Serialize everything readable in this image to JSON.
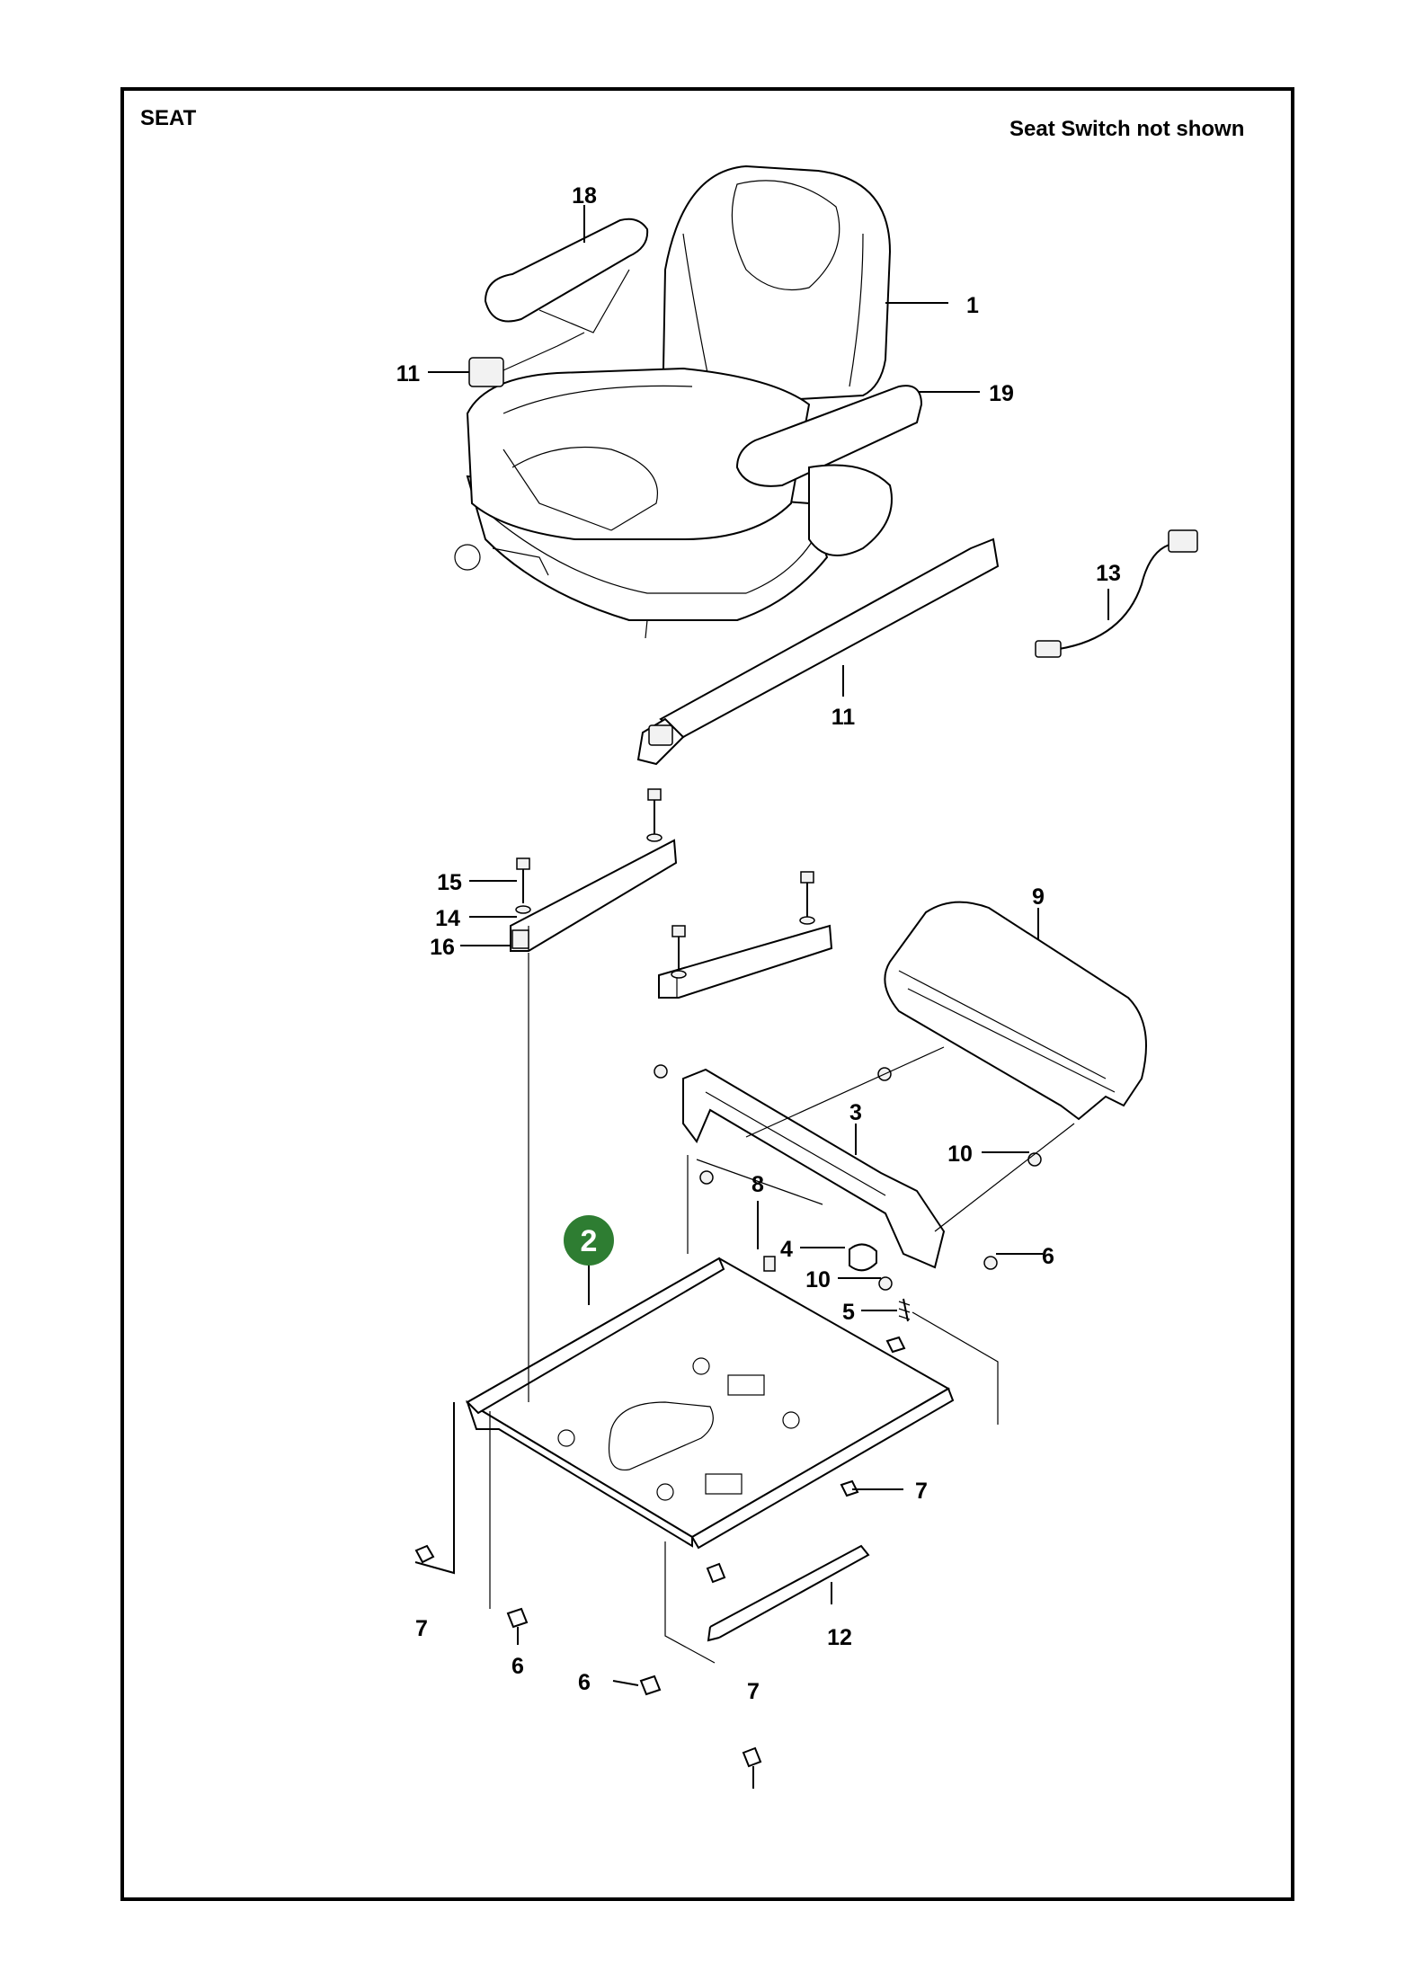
{
  "header": {
    "title": "SEAT",
    "note": "Seat Switch not shown"
  },
  "badge": {
    "number": "2",
    "color": "#2e7d32"
  },
  "callouts": [
    {
      "id": "c18",
      "text": "18"
    },
    {
      "id": "c1",
      "text": "1"
    },
    {
      "id": "c11a",
      "text": "11"
    },
    {
      "id": "c19",
      "text": "19"
    },
    {
      "id": "c13",
      "text": "13"
    },
    {
      "id": "c11b",
      "text": "11"
    },
    {
      "id": "c15",
      "text": "15"
    },
    {
      "id": "c14",
      "text": "14"
    },
    {
      "id": "c16",
      "text": "16"
    },
    {
      "id": "c9",
      "text": "9"
    },
    {
      "id": "c3",
      "text": "3"
    },
    {
      "id": "c10a",
      "text": "10"
    },
    {
      "id": "c8",
      "text": "8"
    },
    {
      "id": "c4",
      "text": "4"
    },
    {
      "id": "c6a",
      "text": "6"
    },
    {
      "id": "c10b",
      "text": "10"
    },
    {
      "id": "c5",
      "text": "5"
    },
    {
      "id": "c7a",
      "text": "7"
    },
    {
      "id": "c7b",
      "text": "7"
    },
    {
      "id": "c6b",
      "text": "6"
    },
    {
      "id": "c12",
      "text": "12"
    },
    {
      "id": "c6c",
      "text": "6"
    },
    {
      "id": "c7c",
      "text": "7"
    }
  ]
}
